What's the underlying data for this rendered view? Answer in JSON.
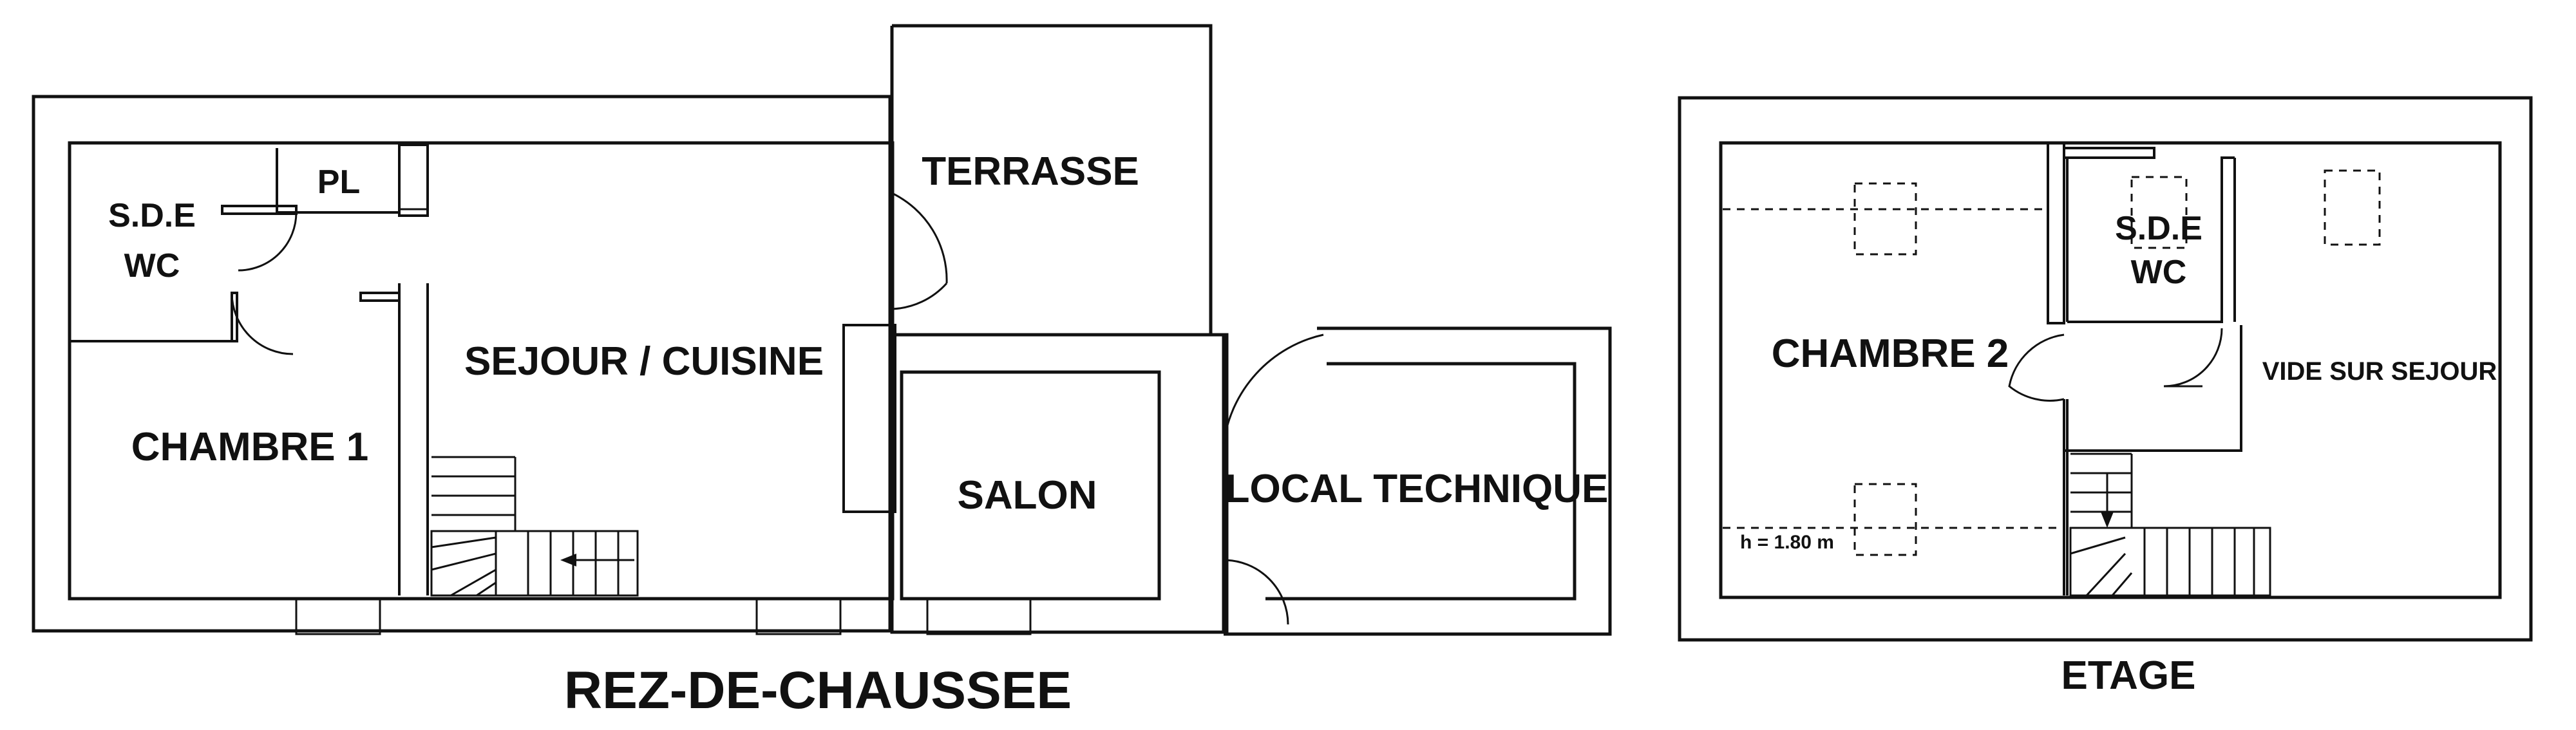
{
  "ground_floor": {
    "title": "REZ-DE-CHAUSSEE",
    "rooms": {
      "sde": "S.D.E",
      "wc": "WC",
      "pl": "PL",
      "chambre1": "CHAMBRE 1",
      "sejour": "SEJOUR / CUISINE",
      "terrasse": "TERRASSE",
      "salon": "SALON",
      "local": "LOCAL TECHNIQUE"
    }
  },
  "upper_floor": {
    "title": "ETAGE",
    "rooms": {
      "chambre2": "CHAMBRE 2",
      "sde": "S.D.E",
      "wc": "WC",
      "vide": "VIDE SUR SEJOUR",
      "height_note": "h = 1.80 m"
    }
  }
}
